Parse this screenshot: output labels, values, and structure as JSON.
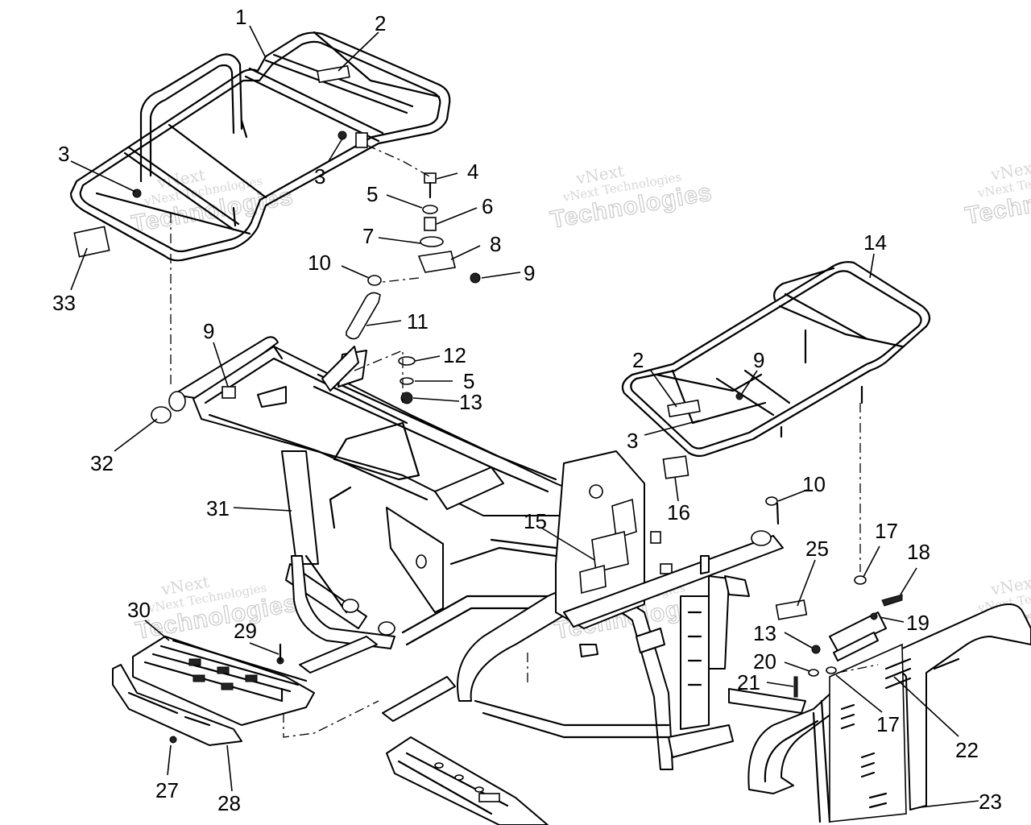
{
  "watermark": {
    "line1": "vNext",
    "line2": "vNext Technologies",
    "line3": "Technologies"
  },
  "callouts": {
    "c1": "1",
    "c2a": "2",
    "c2b": "2",
    "c3a": "3",
    "c3b": "3",
    "c3c": "3",
    "c4": "4",
    "c5a": "5",
    "c5b": "5",
    "c6": "6",
    "c7": "7",
    "c8": "8",
    "c9a": "9",
    "c9b": "9",
    "c9c": "9",
    "c10a": "10",
    "c10b": "10",
    "c11": "11",
    "c12": "12",
    "c13a": "13",
    "c13b": "13",
    "c14": "14",
    "c15": "15",
    "c16": "16",
    "c17a": "17",
    "c17b": "17",
    "c18": "18",
    "c19": "19",
    "c20": "20",
    "c21": "21",
    "c22": "22",
    "c23": "23",
    "c25": "25",
    "c27": "27",
    "c28": "28",
    "c29": "29",
    "c30": "30",
    "c31": "31",
    "c32": "32",
    "c33": "33"
  },
  "icons": {
    "front_rack": "front-rack-tube-icon",
    "rear_rack": "rear-rack-tube-icon",
    "frame": "atv-frame-icon",
    "bumper": "front-bumper-icon",
    "footrest": "footrest-plate-icon"
  }
}
